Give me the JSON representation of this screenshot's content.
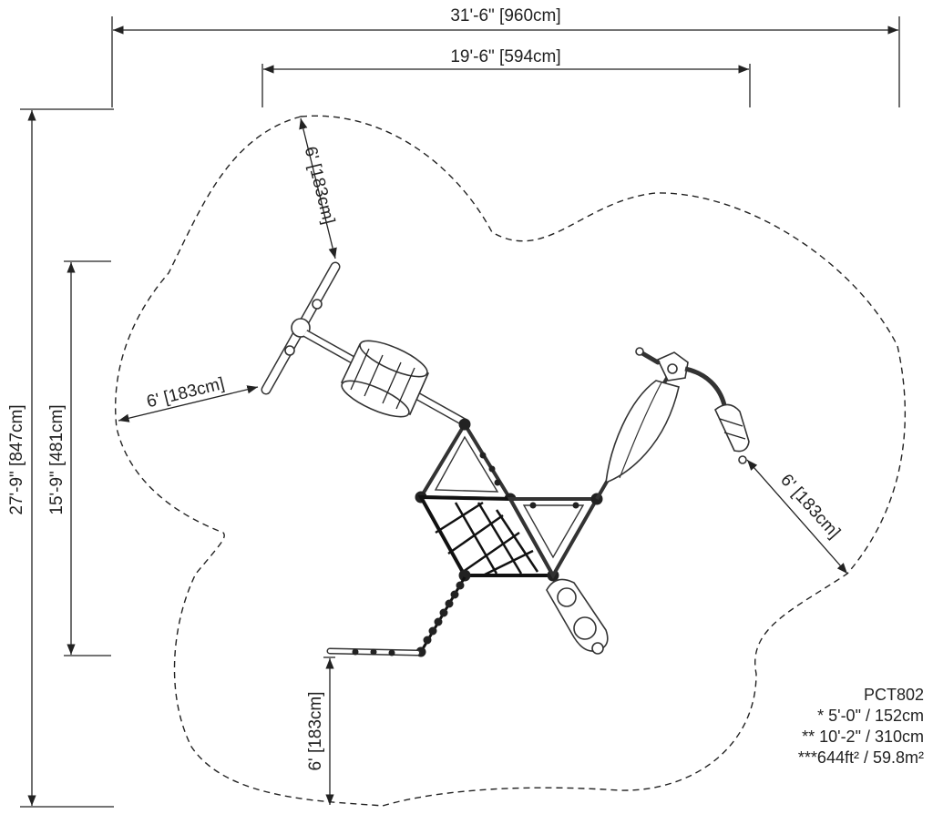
{
  "dimensions": {
    "overall_width": "31'-6\" [960cm]",
    "structure_width": "19'-6\" [594cm]",
    "overall_depth": "27'-9\" [847cm]",
    "structure_depth": "15'-9\" [481cm]",
    "clearance_top_left": "6' [183cm]",
    "clearance_left": "6' [183cm]",
    "clearance_right": "6' [183cm]",
    "clearance_bottom": "6' [183cm]"
  },
  "spec": {
    "model": "PCT802",
    "height_1": "* 5'-0\" / 152cm",
    "height_2": "** 10'-2\" / 310cm",
    "area": "***644ft² / 59.8m²"
  },
  "colors": {
    "ink": "#222222",
    "background": "#ffffff"
  }
}
